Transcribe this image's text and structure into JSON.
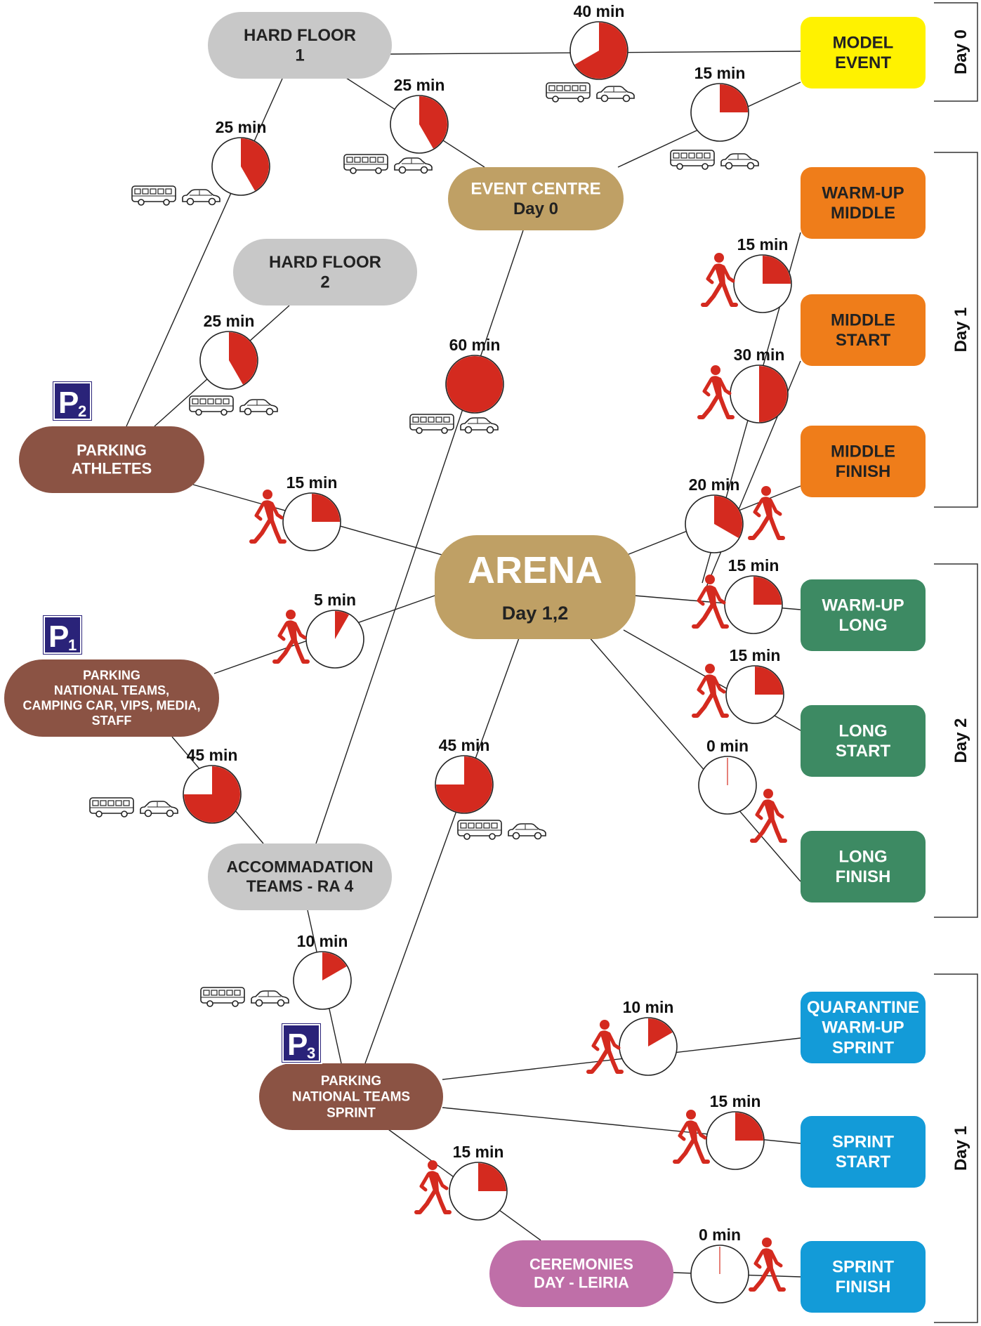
{
  "colors": {
    "arena": "#bfa065",
    "grey": "#c8c8c8",
    "brown": "#8b5344",
    "yellow": "#fff200",
    "orange": "#ef7d1a",
    "green": "#3d8a63",
    "blue": "#139bd8",
    "pink": "#bf6fa8",
    "clock_fill": "#d42a1f",
    "parking_sign": "#2a2379"
  },
  "nodes": {
    "hard_floor_1": [
      "HARD FLOOR",
      "1"
    ],
    "hard_floor_2": [
      "HARD FLOOR",
      "2"
    ],
    "model_event": [
      "MODEL",
      "EVENT"
    ],
    "event_centre": [
      "EVENT CENTRE",
      "Day 0"
    ],
    "parking_athletes": [
      "PARKING",
      "ATHLETES"
    ],
    "arena": [
      "ARENA",
      "Day 1,2"
    ],
    "parking_national": [
      "PARKING",
      "NATIONAL TEAMS,",
      "CAMPING CAR, VIPS, MEDIA,",
      "STAFF"
    ],
    "accommodation": [
      "ACCOMMADATION",
      "TEAMS  -  RA 4"
    ],
    "parking_sprint": [
      "PARKING",
      "NATIONAL TEAMS",
      "SPRINT"
    ],
    "ceremonies": [
      "CEREMONIES",
      "DAY - LEIRIA"
    ],
    "warmup_middle": [
      "WARM-UP",
      "MIDDLE"
    ],
    "middle_start": [
      "MIDDLE",
      "START"
    ],
    "middle_finish": [
      "MIDDLE",
      "FINISH"
    ],
    "warmup_long": [
      "WARM-UP",
      "LONG"
    ],
    "long_start": [
      "LONG",
      "START"
    ],
    "long_finish": [
      "LONG",
      "FINISH"
    ],
    "quarantine": [
      "QUARANTINE",
      "WARM-UP",
      "SPRINT"
    ],
    "sprint_start": [
      "SPRINT",
      "START"
    ],
    "sprint_finish": [
      "SPRINT",
      "FINISH"
    ]
  },
  "parking_signs": [
    {
      "letter": "P",
      "number": "2"
    },
    {
      "letter": "P",
      "number": "1"
    },
    {
      "letter": "P",
      "number": "3"
    }
  ],
  "transfers": [
    {
      "label": "40 min",
      "minutes": 40,
      "mode": "vehicle"
    },
    {
      "label": "25 min",
      "minutes": 25,
      "mode": "vehicle"
    },
    {
      "label": "15 min",
      "minutes": 15,
      "mode": "vehicle"
    },
    {
      "label": "25 min",
      "minutes": 25,
      "mode": "vehicle"
    },
    {
      "label": "25 min",
      "minutes": 25,
      "mode": "vehicle"
    },
    {
      "label": "60 min",
      "minutes": 60,
      "mode": "vehicle"
    },
    {
      "label": "15 min",
      "minutes": 15,
      "mode": "walk"
    },
    {
      "label": "15 min",
      "minutes": 15,
      "mode": "walk"
    },
    {
      "label": "30 min",
      "minutes": 30,
      "mode": "walk"
    },
    {
      "label": "20 min",
      "minutes": 20,
      "mode": "walk"
    },
    {
      "label": "5 min",
      "minutes": 5,
      "mode": "walk"
    },
    {
      "label": "15 min",
      "minutes": 15,
      "mode": "walk"
    },
    {
      "label": "15 min",
      "minutes": 15,
      "mode": "walk"
    },
    {
      "label": "0 min",
      "minutes": 0,
      "mode": "walk"
    },
    {
      "label": "45 min",
      "minutes": 45,
      "mode": "vehicle"
    },
    {
      "label": "45 min",
      "minutes": 45,
      "mode": "vehicle"
    },
    {
      "label": "10 min",
      "minutes": 10,
      "mode": "vehicle"
    },
    {
      "label": "10 min",
      "minutes": 10,
      "mode": "walk"
    },
    {
      "label": "15 min",
      "minutes": 15,
      "mode": "walk"
    },
    {
      "label": "15 min",
      "minutes": 15,
      "mode": "walk"
    },
    {
      "label": "0 min",
      "minutes": 0,
      "mode": "walk"
    }
  ],
  "day_groups": [
    "Day 0",
    "Day 1",
    "Day 2",
    "Day 1"
  ]
}
